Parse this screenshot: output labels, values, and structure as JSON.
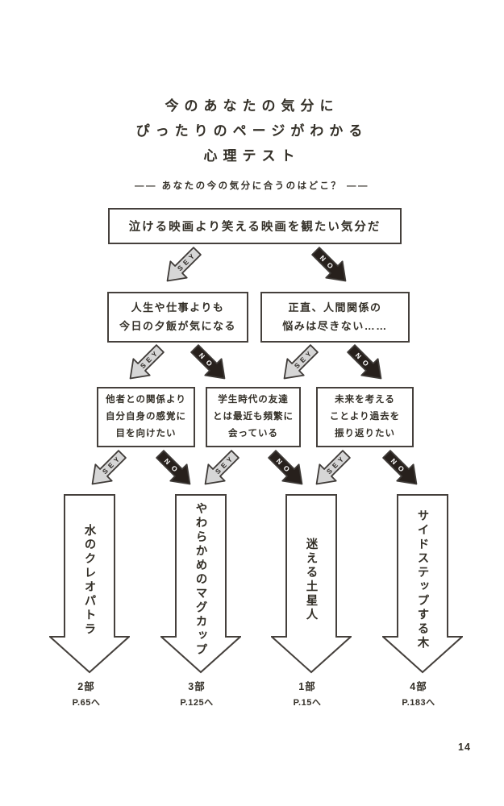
{
  "title": {
    "line1": "今のあなたの気分に",
    "line2": "ぴったりのページがわかる",
    "line3": "心理テスト",
    "subtitle": "―― あなたの今の気分に合うのはどこ？ ――"
  },
  "flowchart": {
    "yes_label": "YES",
    "no_label": "NO",
    "q1": {
      "text": "泣ける映画より笑える映画を観たい気分だ"
    },
    "q2a": {
      "line1": "人生や仕事よりも",
      "line2": "今日の夕飯が気になる"
    },
    "q2b": {
      "line1": "正直、人間関係の",
      "line2": "悩みは尽きない……"
    },
    "q3a": {
      "line1": "他者との関係より",
      "line2": "自分自身の感覚に",
      "line3": "目を向けたい"
    },
    "q3b": {
      "line1": "学生時代の友達",
      "line2": "とは最近も頻繁に",
      "line3": "会っている"
    },
    "q3c": {
      "line1": "未来を考える",
      "line2": "ことより過去を",
      "line3": "振り返りたい"
    },
    "results": [
      {
        "name": "水のクレオパトラ",
        "part": "2部",
        "page": "P.65へ"
      },
      {
        "name": "やわらかめのマグカップ",
        "part": "3部",
        "page": "P.125へ"
      },
      {
        "name": "迷える土星人",
        "part": "1部",
        "page": "P.15へ"
      },
      {
        "name": "サイドステップする木",
        "part": "4部",
        "page": "P.183へ"
      }
    ]
  },
  "page": {
    "number": "14"
  },
  "colors": {
    "yes_fill": "#d6d6d6",
    "no_fill": "#27201c",
    "outline": "#3e3a37",
    "letter_dark": "#2f2b28",
    "letter_light": "#ffffff"
  }
}
